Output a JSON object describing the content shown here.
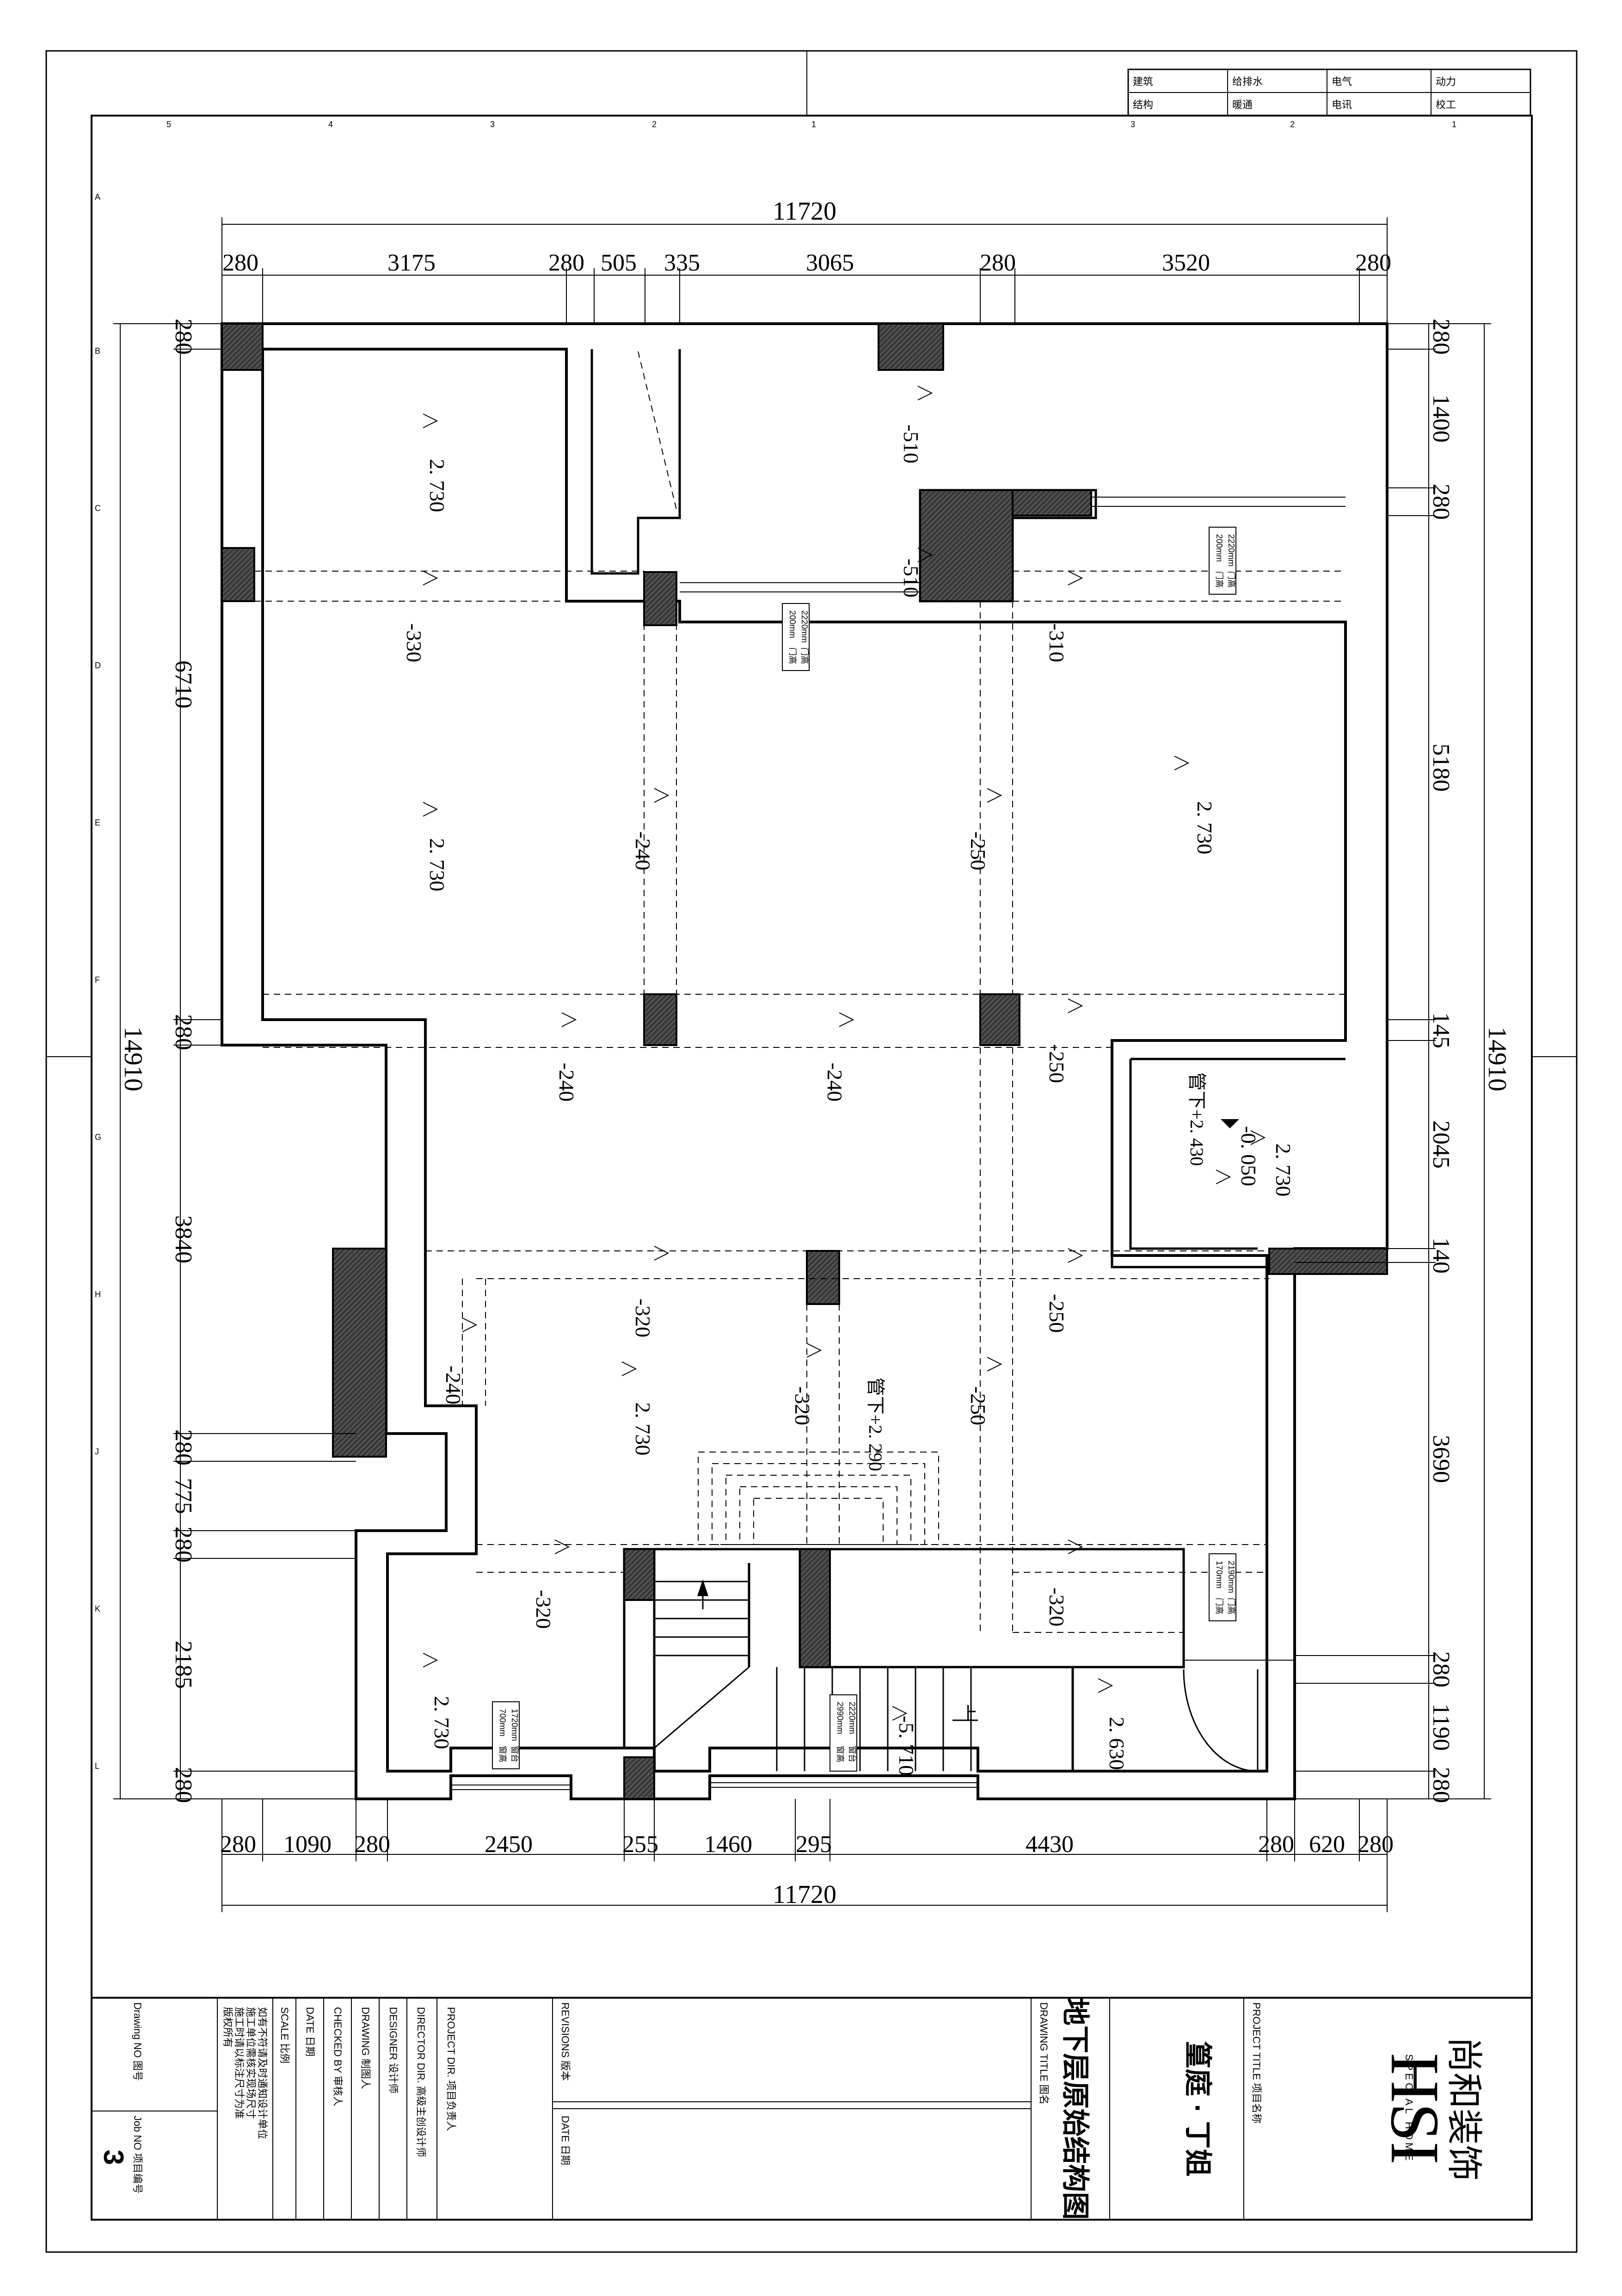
{
  "header_table": {
    "row1": [
      "建筑",
      "给排水",
      "电气",
      "动力"
    ],
    "row2": [
      "结构",
      "暖通",
      "电讯",
      "校工"
    ]
  },
  "grid_labels": {
    "top": [
      "5",
      "4",
      "3",
      "2",
      "1",
      "3",
      "2",
      "1"
    ],
    "side": [
      "A",
      "B",
      "C",
      "D",
      "E",
      "F",
      "G",
      "H",
      "J",
      "K",
      "L"
    ]
  },
  "dimensions": {
    "top_total": "11720",
    "top_segments": [
      "280",
      "3175",
      "280",
      "505",
      "335",
      "3065",
      "280",
      "3520",
      "280"
    ],
    "bottom_total": "11720",
    "bottom_segments": [
      "280",
      "1090",
      "280",
      "2450",
      "255",
      "1460",
      "295",
      "4430",
      "280",
      "620",
      "280"
    ],
    "left_total": "14910",
    "left_segments": [
      "280",
      "6710",
      "280",
      "3840",
      "280",
      "775",
      "280",
      "2185",
      "280"
    ],
    "right_total": "14910",
    "right_segments": [
      "280",
      "1400",
      "280",
      "5180",
      "145",
      "2045",
      "140",
      "3690",
      "280",
      "1190",
      "280"
    ]
  },
  "levels": [
    {
      "id": "room-nw-top",
      "text": "2. 730"
    },
    {
      "id": "room-nw-main",
      "text": "2. 730"
    },
    {
      "id": "room-east",
      "text": "2. 730"
    },
    {
      "id": "room-bath",
      "text": "2. 730"
    },
    {
      "id": "room-south-mid",
      "text": "2. 730"
    },
    {
      "id": "room-sw",
      "text": "2. 730"
    },
    {
      "id": "room-entry",
      "text": "2. 630"
    },
    {
      "id": "bath-floor",
      "text": "-0. 050"
    },
    {
      "id": "stair-bottom",
      "text": "-5. 710"
    }
  ],
  "beams": [
    "-510",
    "-510",
    "-330",
    "-310",
    "-250",
    "-240",
    "-240",
    "-240",
    "-250",
    "-250",
    "-320",
    "-320",
    "-250",
    "-240",
    "-320",
    "-320"
  ],
  "pipe_notes": [
    "管下+2. 430",
    "管下+2. 290"
  ],
  "openings": [
    {
      "w": "200mm",
      "h": "2220mm",
      "w_label": "门高",
      "h_label": "门高"
    },
    {
      "w": "200mm",
      "h": "2220mm",
      "w_label": "门高",
      "h_label": "门高"
    },
    {
      "w": "170mm",
      "h": "2190mm",
      "w_label": "门高",
      "h_label": "门高"
    },
    {
      "w": "700mm",
      "h": "1720mm",
      "w_label": "窗高",
      "h_label": "窗台"
    },
    {
      "w": "2990mm",
      "h": "2220mm",
      "w_label": "窗高",
      "h_label": "窗台"
    }
  ],
  "stair_label": "上",
  "title_block": {
    "logo_mark": "HSI",
    "company_cn": "尚和装饰",
    "company_en": "SPECIAL HOME",
    "project_title_label": "PROJECT TITLE 项目名称",
    "project_title": "篁庭 · 丁姐",
    "drawing_title_label": "DRAWING TITLE 图名",
    "drawing_title": "地下层原始结构图",
    "revisions_label": "REVISIONS 版本",
    "date_label": "DATE 日期",
    "project_dir": "PROJECT DIR. 项目负责人",
    "director_dir": "DIRECTOR DIR. 高级主创设计师",
    "designer": "DESIGNER 设计师",
    "drawing": "DRAWING 制图人",
    "checked_by": "CHECKED BY 审核人",
    "date": "DATE 日期",
    "scale": "SCALE 比例",
    "notes_title": "版权所有",
    "notes": [
      "施工时请以标注尺寸为准",
      "施工单位需核实现场尺寸",
      "如有不符请及时通知设计单位"
    ],
    "drawing_no_label": "Drawing NO 图号",
    "job_no_label": "Job NO 项目编号",
    "sheet_no": "3"
  }
}
